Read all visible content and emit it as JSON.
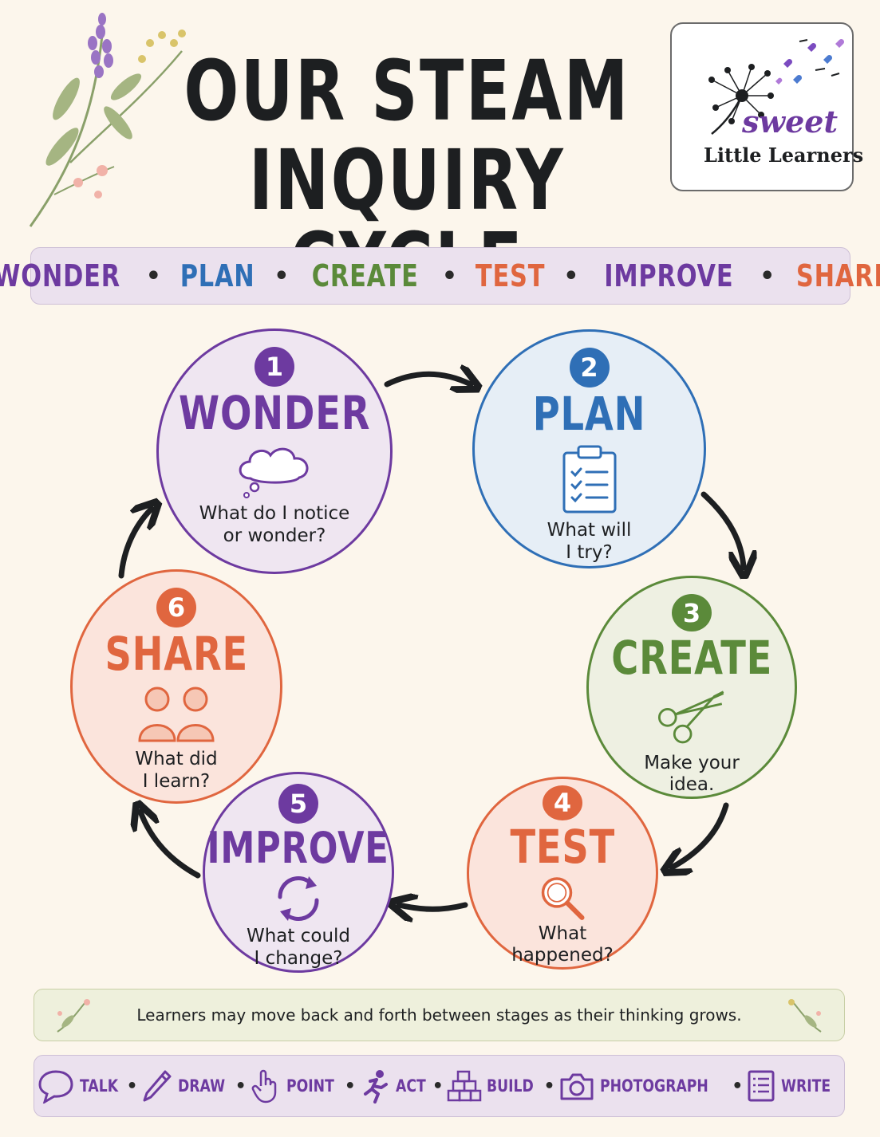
{
  "title": {
    "line1": "OUR STEAM",
    "line2": "INQUIRY CYCLE"
  },
  "logo": {
    "line1": "sweet",
    "line2": "Little Learners"
  },
  "stage_bar": [
    {
      "label": "WONDER",
      "color": "#6d3aa0"
    },
    {
      "label": "PLAN",
      "color": "#2f6fb6"
    },
    {
      "label": "CREATE",
      "color": "#5b8a3a"
    },
    {
      "label": "TEST",
      "color": "#e0663f"
    },
    {
      "label": "IMPROVE",
      "color": "#6d3aa0"
    },
    {
      "label": "SHARE",
      "color": "#e0663f"
    }
  ],
  "stages": [
    {
      "number": "1",
      "name": "WONDER",
      "question": "What do I notice\nor wonder?",
      "icon": "thought-cloud-icon",
      "color": "#6d3aa0",
      "fill": "#efe6f1"
    },
    {
      "number": "2",
      "name": "PLAN",
      "question": "What will\nI try?",
      "icon": "clipboard-checklist-icon",
      "color": "#2f6fb6",
      "fill": "#e6eef6"
    },
    {
      "number": "3",
      "name": "CREATE",
      "question": "Make your\nidea.",
      "icon": "scissors-icon",
      "color": "#5b8a3a",
      "fill": "#eef0e2"
    },
    {
      "number": "4",
      "name": "TEST",
      "question": "What\nhappened?",
      "icon": "magnifying-glass-icon",
      "color": "#e0663f",
      "fill": "#fbe4dc"
    },
    {
      "number": "5",
      "name": "IMPROVE",
      "question": "What could\nI change?",
      "icon": "refresh-arrows-icon",
      "color": "#6d3aa0",
      "fill": "#efe6f1"
    },
    {
      "number": "6",
      "name": "SHARE",
      "question": "What did\nI learn?",
      "icon": "two-people-icon",
      "color": "#e0663f",
      "fill": "#fbe4dc"
    }
  ],
  "note": "Learners may move back and forth between stages as their thinking grows.",
  "modes": [
    {
      "label": "TALK",
      "icon": "speech-bubble-icon"
    },
    {
      "label": "DRAW",
      "icon": "pencil-icon"
    },
    {
      "label": "POINT",
      "icon": "pointing-hand-icon"
    },
    {
      "label": "ACT",
      "icon": "running-person-icon"
    },
    {
      "label": "BUILD",
      "icon": "blocks-icon"
    },
    {
      "label": "PHOTOGRAPH",
      "icon": "camera-icon"
    },
    {
      "label": "WRITE",
      "icon": "notepad-icon"
    }
  ]
}
